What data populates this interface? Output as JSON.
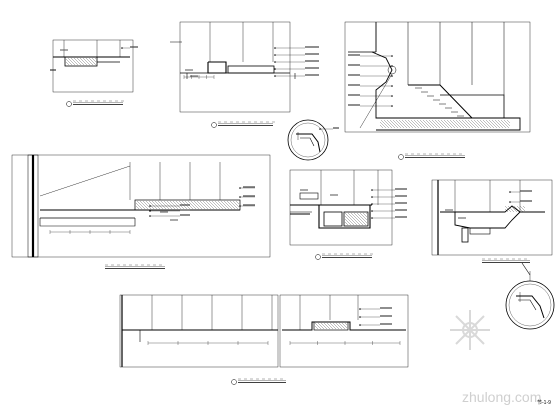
{
  "sheet": {
    "background": "#ffffff",
    "line_color": "#000000",
    "sheet_number": "节-1-9",
    "details": [
      {
        "name": "detail-1",
        "title": ""
      },
      {
        "name": "detail-2",
        "title": ""
      },
      {
        "name": "detail-3",
        "title": ""
      },
      {
        "name": "detail-4",
        "title": ""
      },
      {
        "name": "detail-5",
        "title": ""
      },
      {
        "name": "detail-6",
        "title": ""
      },
      {
        "name": "detail-7",
        "title": ""
      }
    ],
    "callouts": [
      {
        "name": "enlarged-callout-1"
      },
      {
        "name": "enlarged-callout-2"
      }
    ]
  },
  "watermark": {
    "brand": "zhulong.com",
    "color": "#cfcfcf"
  }
}
